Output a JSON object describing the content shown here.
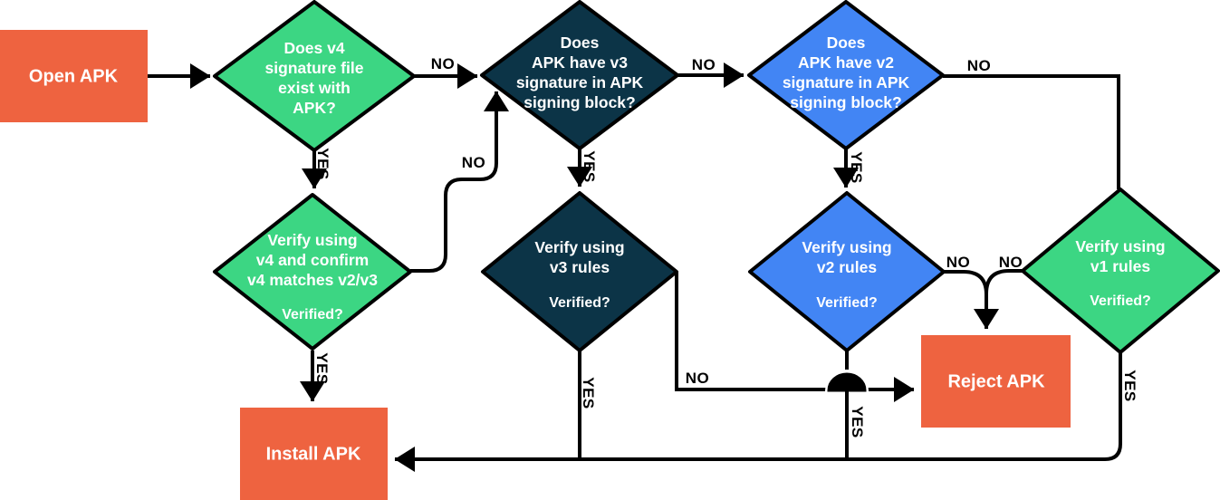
{
  "colors": {
    "green": "#3cd683",
    "navy": "#0c3447",
    "blue": "#4285f4",
    "orange": "#ee6340",
    "line": "#000000",
    "node_text": "#ffffff",
    "label_text": "#000000"
  },
  "nodes": {
    "open_apk": {
      "label": "Open APK"
    },
    "q_v4": {
      "lines": [
        "Does v4",
        "signature file",
        "exist with",
        "APK?"
      ]
    },
    "q_v3": {
      "lines": [
        "Does",
        "APK have v3",
        "signature in APK",
        "signing block?"
      ]
    },
    "q_v2": {
      "lines": [
        "Does",
        "APK have v2",
        "signature in APK",
        "signing block?"
      ]
    },
    "verify_v4": {
      "lines": [
        "Verify using",
        "v4 and confirm",
        "v4 matches v2/v3"
      ],
      "sub": "Verified?"
    },
    "verify_v3": {
      "lines": [
        "Verify using",
        "v3 rules"
      ],
      "sub": "Verified?"
    },
    "verify_v2": {
      "lines": [
        "Verify using",
        "v2 rules"
      ],
      "sub": "Verified?"
    },
    "verify_v1": {
      "lines": [
        "Verify using",
        "v1 rules"
      ],
      "sub": "Verified?"
    },
    "reject_apk": {
      "label": "Reject APK"
    },
    "install_apk": {
      "label": "Install APK"
    }
  },
  "edge_labels": {
    "q_v4_no": "NO",
    "q_v3_no": "NO",
    "q_v2_no": "NO",
    "q_v4_yes": "YES",
    "q_v3_yes": "YES",
    "q_v2_yes": "YES",
    "verify_v4_no": "NO",
    "verify_v4_yes": "YES",
    "verify_v3_no": "NO",
    "verify_v3_yes": "YES",
    "verify_v2_no": "NO",
    "verify_v2_yes": "YES",
    "verify_v1_no": "NO",
    "verify_v1_yes": "YES"
  }
}
